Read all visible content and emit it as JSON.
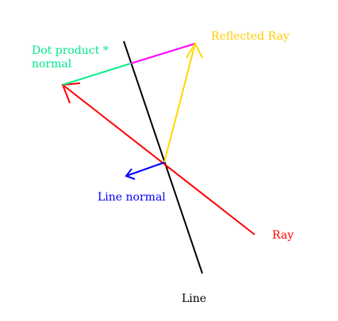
{
  "labels": {
    "dot_product_line1": "Dot product *",
    "dot_product_line2": "normal",
    "reflected_ray": "Reflected Ray",
    "line_normal": "Line normal",
    "ray": "Ray",
    "line": "Line"
  },
  "colors": {
    "line": "#000000",
    "ray": "#ff0000",
    "reflected_ray": "#ffd700",
    "line_normal": "#0000ff",
    "dot_product_normal": "#00ee88",
    "projection_segment": "#ff00ff",
    "label_dot_product": "#00e68a",
    "label_reflected_ray": "#ffcc00",
    "label_line_normal": "#0000ff",
    "label_ray": "#ff0000",
    "label_line": "#000000"
  }
}
